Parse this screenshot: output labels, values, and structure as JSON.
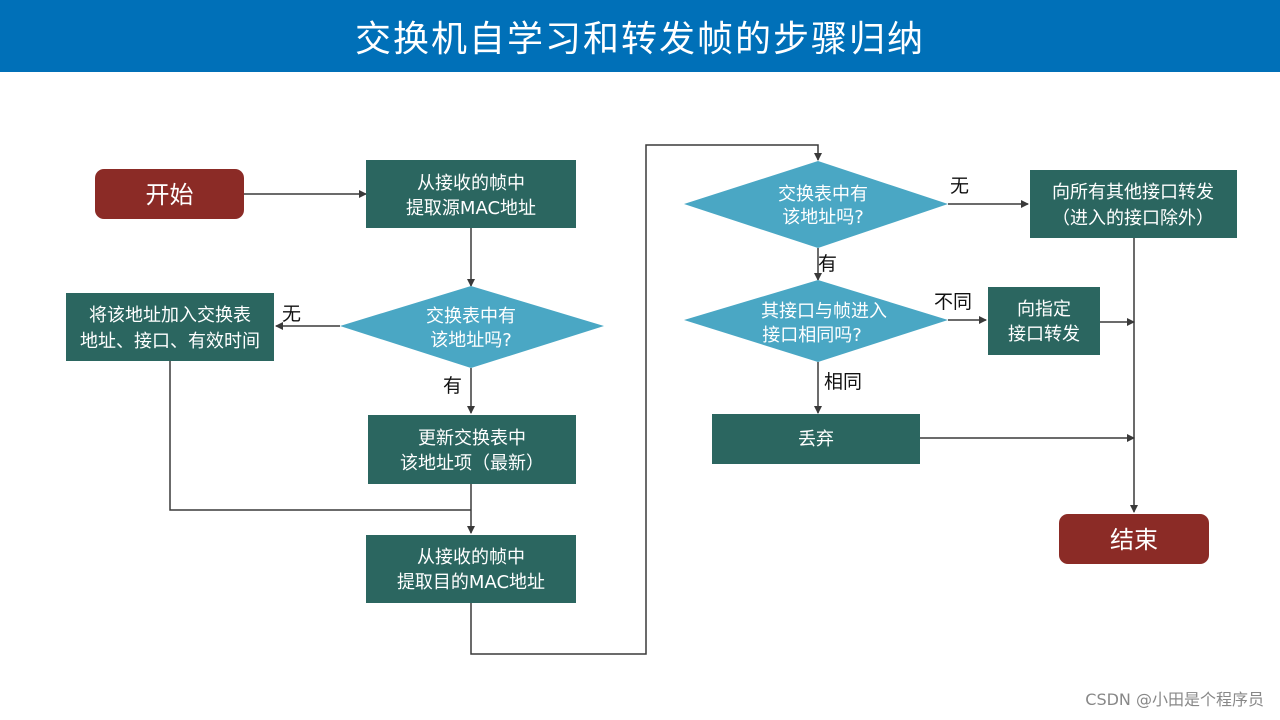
{
  "title": "交换机自学习和转发帧的步骤归纳",
  "watermark": "CSDN @小田是个程序员",
  "colors": {
    "title_bar": "#0070b8",
    "terminal": "#8b2b26",
    "process": "#2b6660",
    "decision": "#4aa7c4",
    "line": "#3a3a3a"
  },
  "nodes": {
    "start": "开始",
    "extract_src": [
      "从接收的帧中",
      "提取源MAC地址"
    ],
    "check_src": [
      "交换表中有",
      "该地址吗?"
    ],
    "add_entry": [
      "将该地址加入交换表",
      "地址、接口、有效时间"
    ],
    "update_entry": [
      "更新交换表中",
      "该地址项（最新）"
    ],
    "extract_dst": [
      "从接收的帧中",
      "提取目的MAC地址"
    ],
    "check_dst": [
      "交换表中有",
      "该地址吗?"
    ],
    "flood": [
      "向所有其他接口转发",
      "（进入的接口除外）"
    ],
    "check_port": [
      "其接口与帧进入",
      "接口相同吗?"
    ],
    "forward": [
      "向指定",
      "接口转发"
    ],
    "discard": "丢弃",
    "end": "结束"
  },
  "edge_labels": {
    "src_no": "无",
    "src_yes": "有",
    "dst_no": "无",
    "dst_yes": "有",
    "port_diff": "不同",
    "port_same": "相同"
  }
}
